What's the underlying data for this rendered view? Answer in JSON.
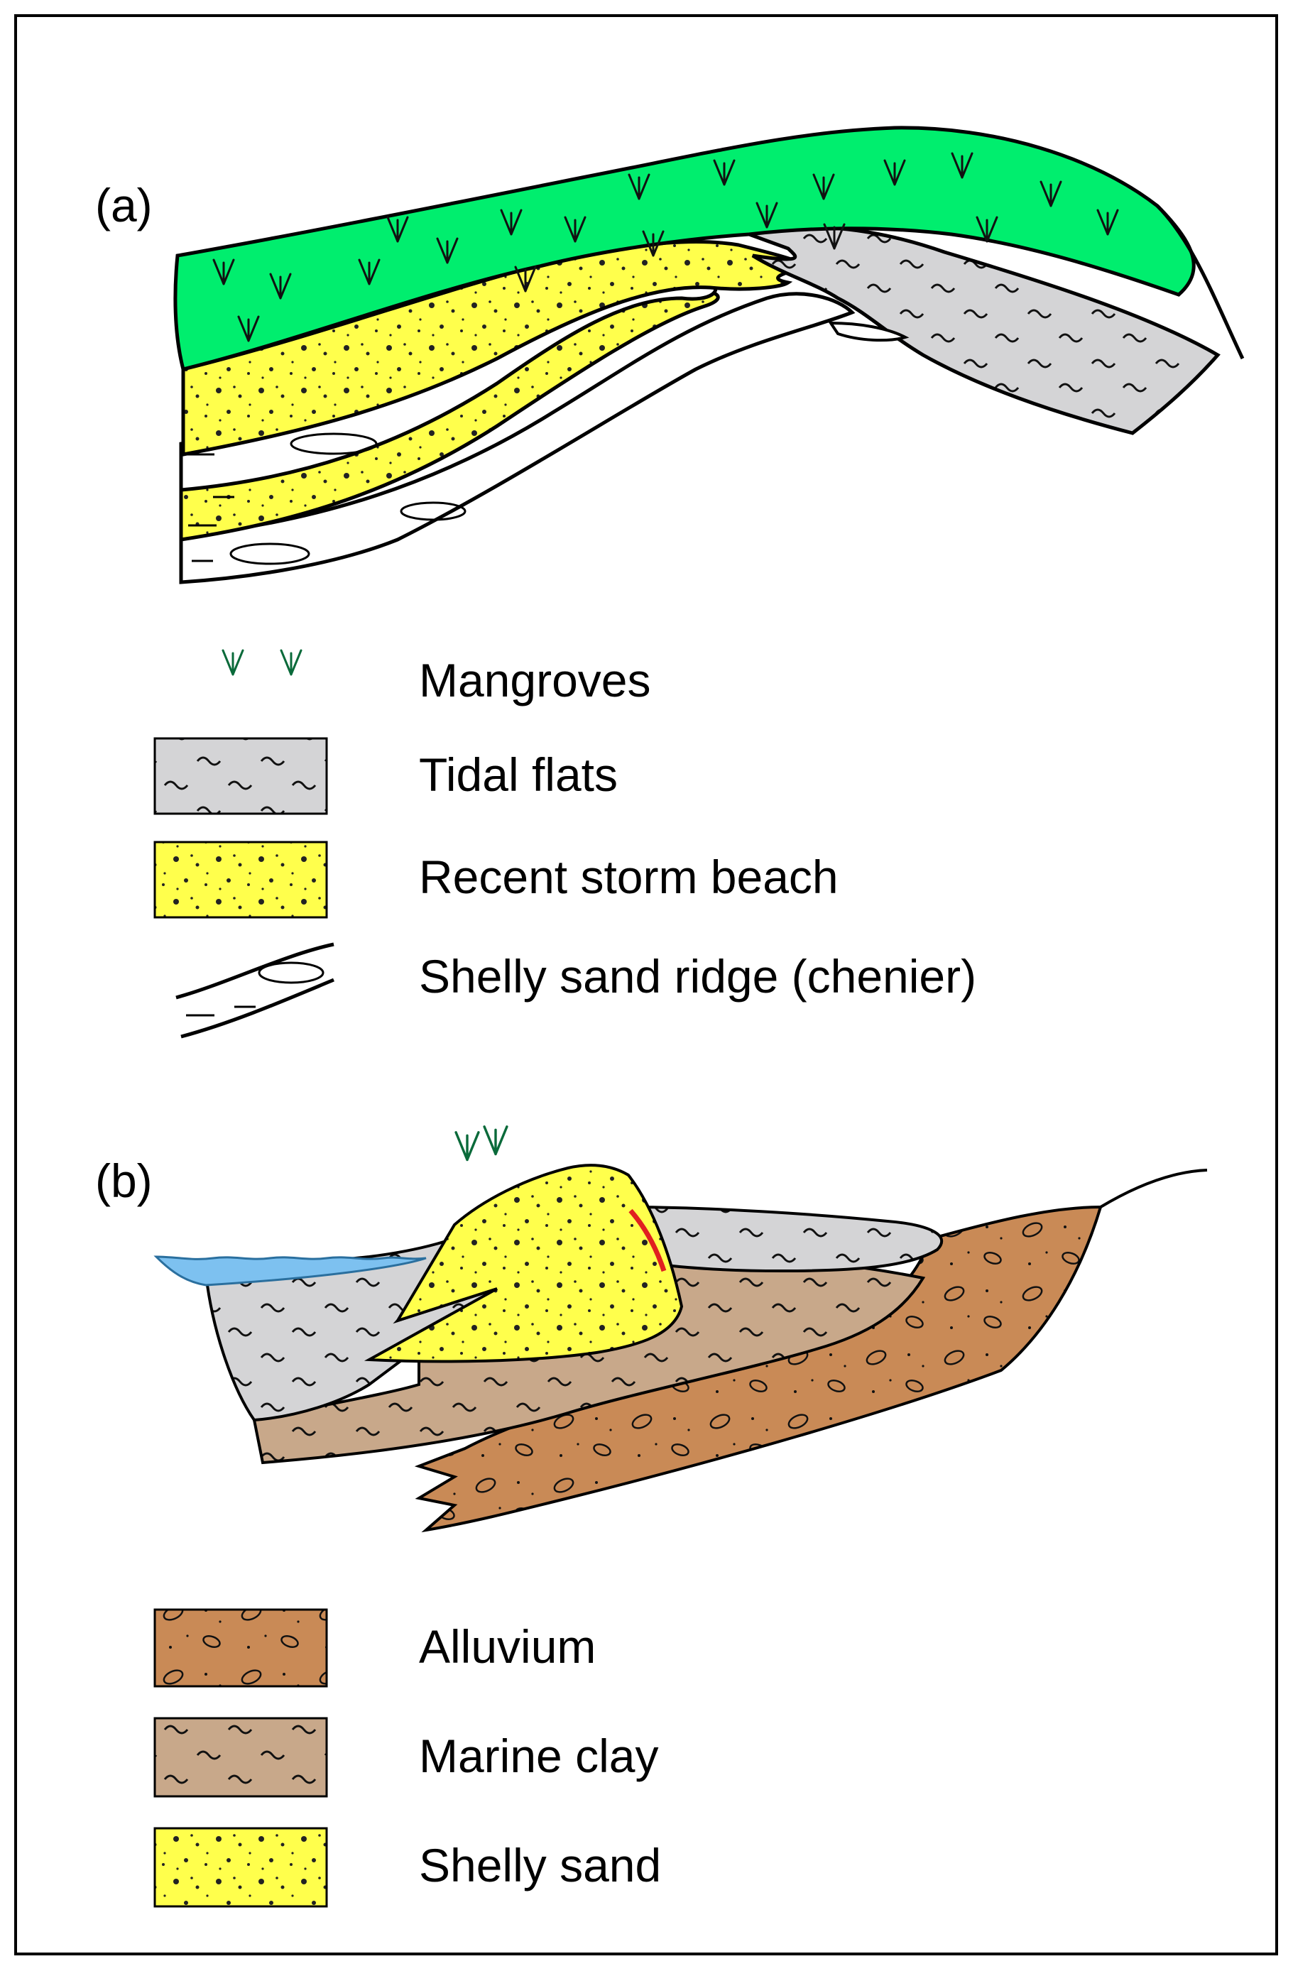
{
  "panels": {
    "a": {
      "label": "(a)"
    },
    "b": {
      "label": "(b)"
    }
  },
  "legend_a": [
    {
      "key": "mangroves",
      "label": "Mangroves"
    },
    {
      "key": "tidal_flats",
      "label": "Tidal flats"
    },
    {
      "key": "storm_beach",
      "label": "Recent storm beach"
    },
    {
      "key": "chenier",
      "label": "Shelly sand ridge (chenier)"
    }
  ],
  "legend_b": [
    {
      "key": "alluvium",
      "label": "Alluvium"
    },
    {
      "key": "marine_clay",
      "label": "Marine clay"
    },
    {
      "key": "shelly_sand",
      "label": "Shelly sand"
    }
  ],
  "colors": {
    "mangrove_green": "#00ee6e",
    "mangrove_symbol": "#0a6a3a",
    "tidal_grey": "#d4d4d6",
    "sand_yellow": "#ffff4c",
    "alluvium_brown": "#c98a56",
    "marine_clay": "#c8a88a",
    "water_blue": "#7dc1f0",
    "red_mark": "#e02020"
  }
}
